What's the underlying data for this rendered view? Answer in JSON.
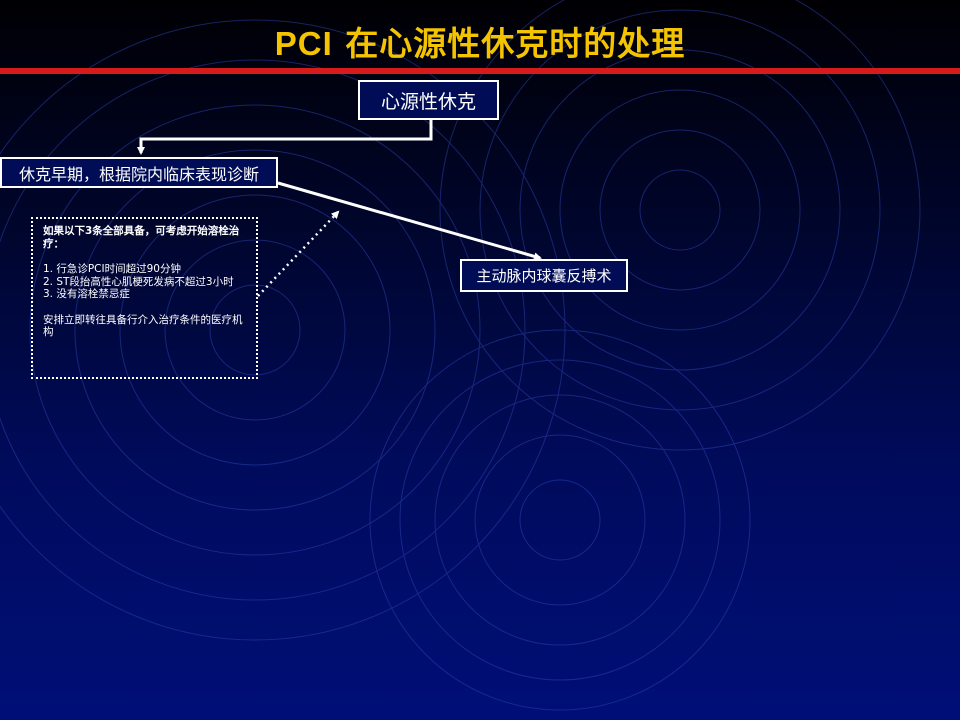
{
  "title": {
    "prefix": "PCI",
    "text": " 在心源性休克时的处理"
  },
  "colors": {
    "title": "#f5c400",
    "rule": "#d71a1a",
    "box_border": "#ffffff",
    "background_top": "#000003",
    "background_bottom": "#000f78"
  },
  "nodes": {
    "cardiogenic_shock": "心源性休克",
    "early_shock": "休克早期，根据院内临床表现诊断",
    "iabp": "主动脉内球囊反搏术"
  },
  "criteria": {
    "heading": "如果以下3条全部具备，可考虑开始溶栓治疗：",
    "items": [
      "1.  行急诊PCI时间超过90分钟",
      "2.  ST段抬高性心肌梗死发病不超过3小时",
      "3.  没有溶栓禁忌症"
    ],
    "note": "安排立即转往具备行介入治疗条件的医疗机构"
  }
}
